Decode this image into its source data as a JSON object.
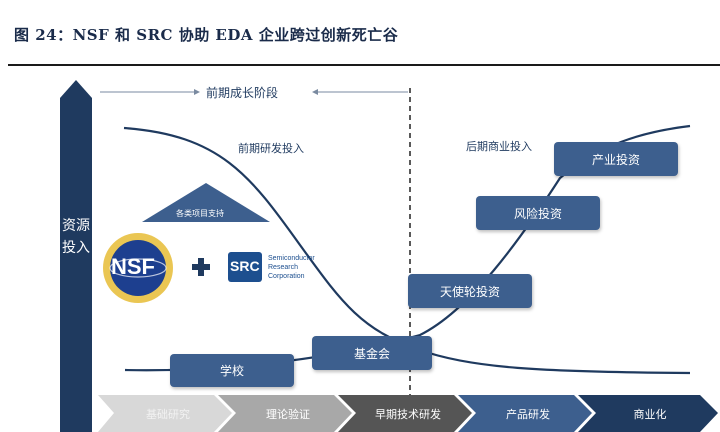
{
  "header": {
    "title": "图 24：NSF 和 SRC 协助 EDA 企业跨过创新死亡谷"
  },
  "axis": {
    "y_label": "资源投入"
  },
  "phase": {
    "early_label": "前期成长阶段"
  },
  "curves": {
    "early_rd": "前期研发投入",
    "late_commercial": "后期商业投入"
  },
  "support": {
    "triangle_label": "各类项目支持",
    "nsf_text": "NSF",
    "plus": "+",
    "src_name": "SRC",
    "src_sub": [
      "Semiconductor",
      "Research",
      "Corporation"
    ]
  },
  "boxes": {
    "school": "学校",
    "foundation": "基金会",
    "angel": "天使轮投资",
    "venture": "风险投资",
    "industry": "产业投资"
  },
  "stages": [
    "基础研究",
    "理论验证",
    "早期技术研发",
    "产品研发",
    "商业化"
  ],
  "colors": {
    "navy": "#1f3a5f",
    "box": "#3d5f8e",
    "stage_light": "#d4d4d4",
    "stage_mid": "#a0a0a0"
  }
}
